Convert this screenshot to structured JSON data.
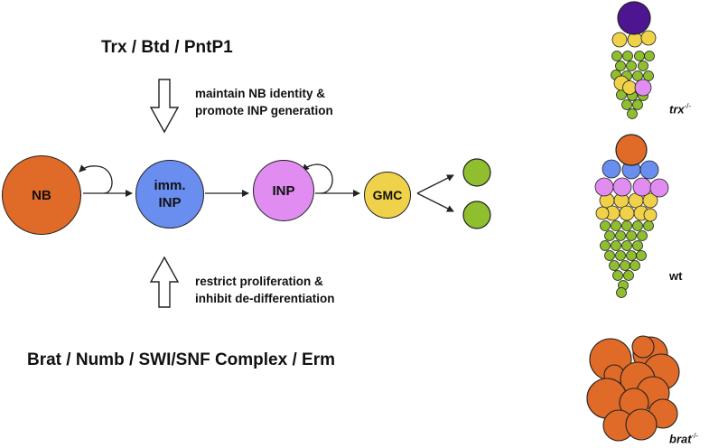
{
  "top_factors": "Trx / Btd / PntP1",
  "top_effect": [
    "maintain NB identity &",
    "promote INP generation"
  ],
  "bottom_factors": "Brat / Numb / SWI/SNF Complex / Erm",
  "bottom_effect": [
    "restrict proliferation &",
    "inhibit de-differentiation"
  ],
  "cells": {
    "nb": "NB",
    "imm_inp": [
      "imm.",
      "INP"
    ],
    "inp": "INP",
    "gmc": "GMC"
  },
  "clones": {
    "trx": {
      "name": "trx",
      "sup": "-/-"
    },
    "wt": {
      "name": "wt"
    },
    "brat": {
      "name": "brat",
      "sup": "-/-"
    }
  },
  "colors": {
    "nb": "#e06a27",
    "imm_inp": "#6a8ef0",
    "inp": "#e08cf0",
    "gmc": "#f0d24a",
    "neuron": "#8fbf2e",
    "trx_nb": "#4d1590"
  }
}
